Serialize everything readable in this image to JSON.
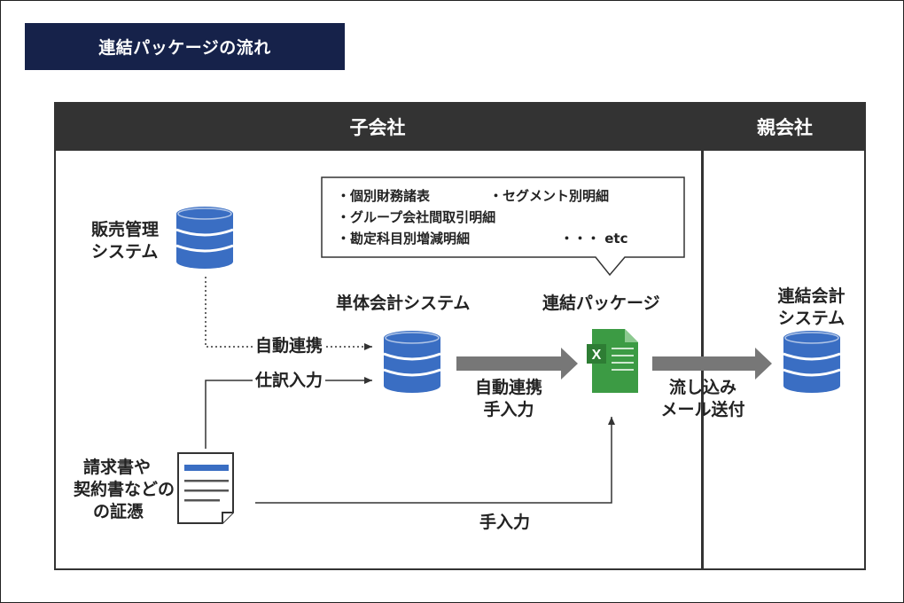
{
  "title": "連結パッケージの流れ",
  "headers": {
    "subsidiary": "子会社",
    "parent": "親会社"
  },
  "nodes": {
    "sales_system": [
      "販売管理",
      "システム"
    ],
    "standalone_system": "単体会計システム",
    "package": "連結パッケージ",
    "consolidated_system": [
      "連結会計",
      "システム"
    ],
    "documents": [
      "請求書や",
      "契約書などの",
      "の証憑"
    ]
  },
  "callout_items": [
    "・個別財務諸表",
    "・セグメント別明細",
    "・グループ会社間取引明細",
    "・勘定科目別増減明細",
    "・・・ etc"
  ],
  "edge_labels": {
    "auto_link": "自動連携",
    "journal_input": "仕訳入力",
    "auto_manual": [
      "自動連携",
      "手入力"
    ],
    "flow_mail": [
      "流し込み",
      "メール送付"
    ],
    "manual_input": "手入力"
  },
  "colors": {
    "title_bg": "#16224a",
    "header_bg": "#333333",
    "db_blue": "#3a6ec3",
    "excel_green": "#3c9b44",
    "arrow_gray": "#777777",
    "doc_bar": "#3a6ec3"
  }
}
